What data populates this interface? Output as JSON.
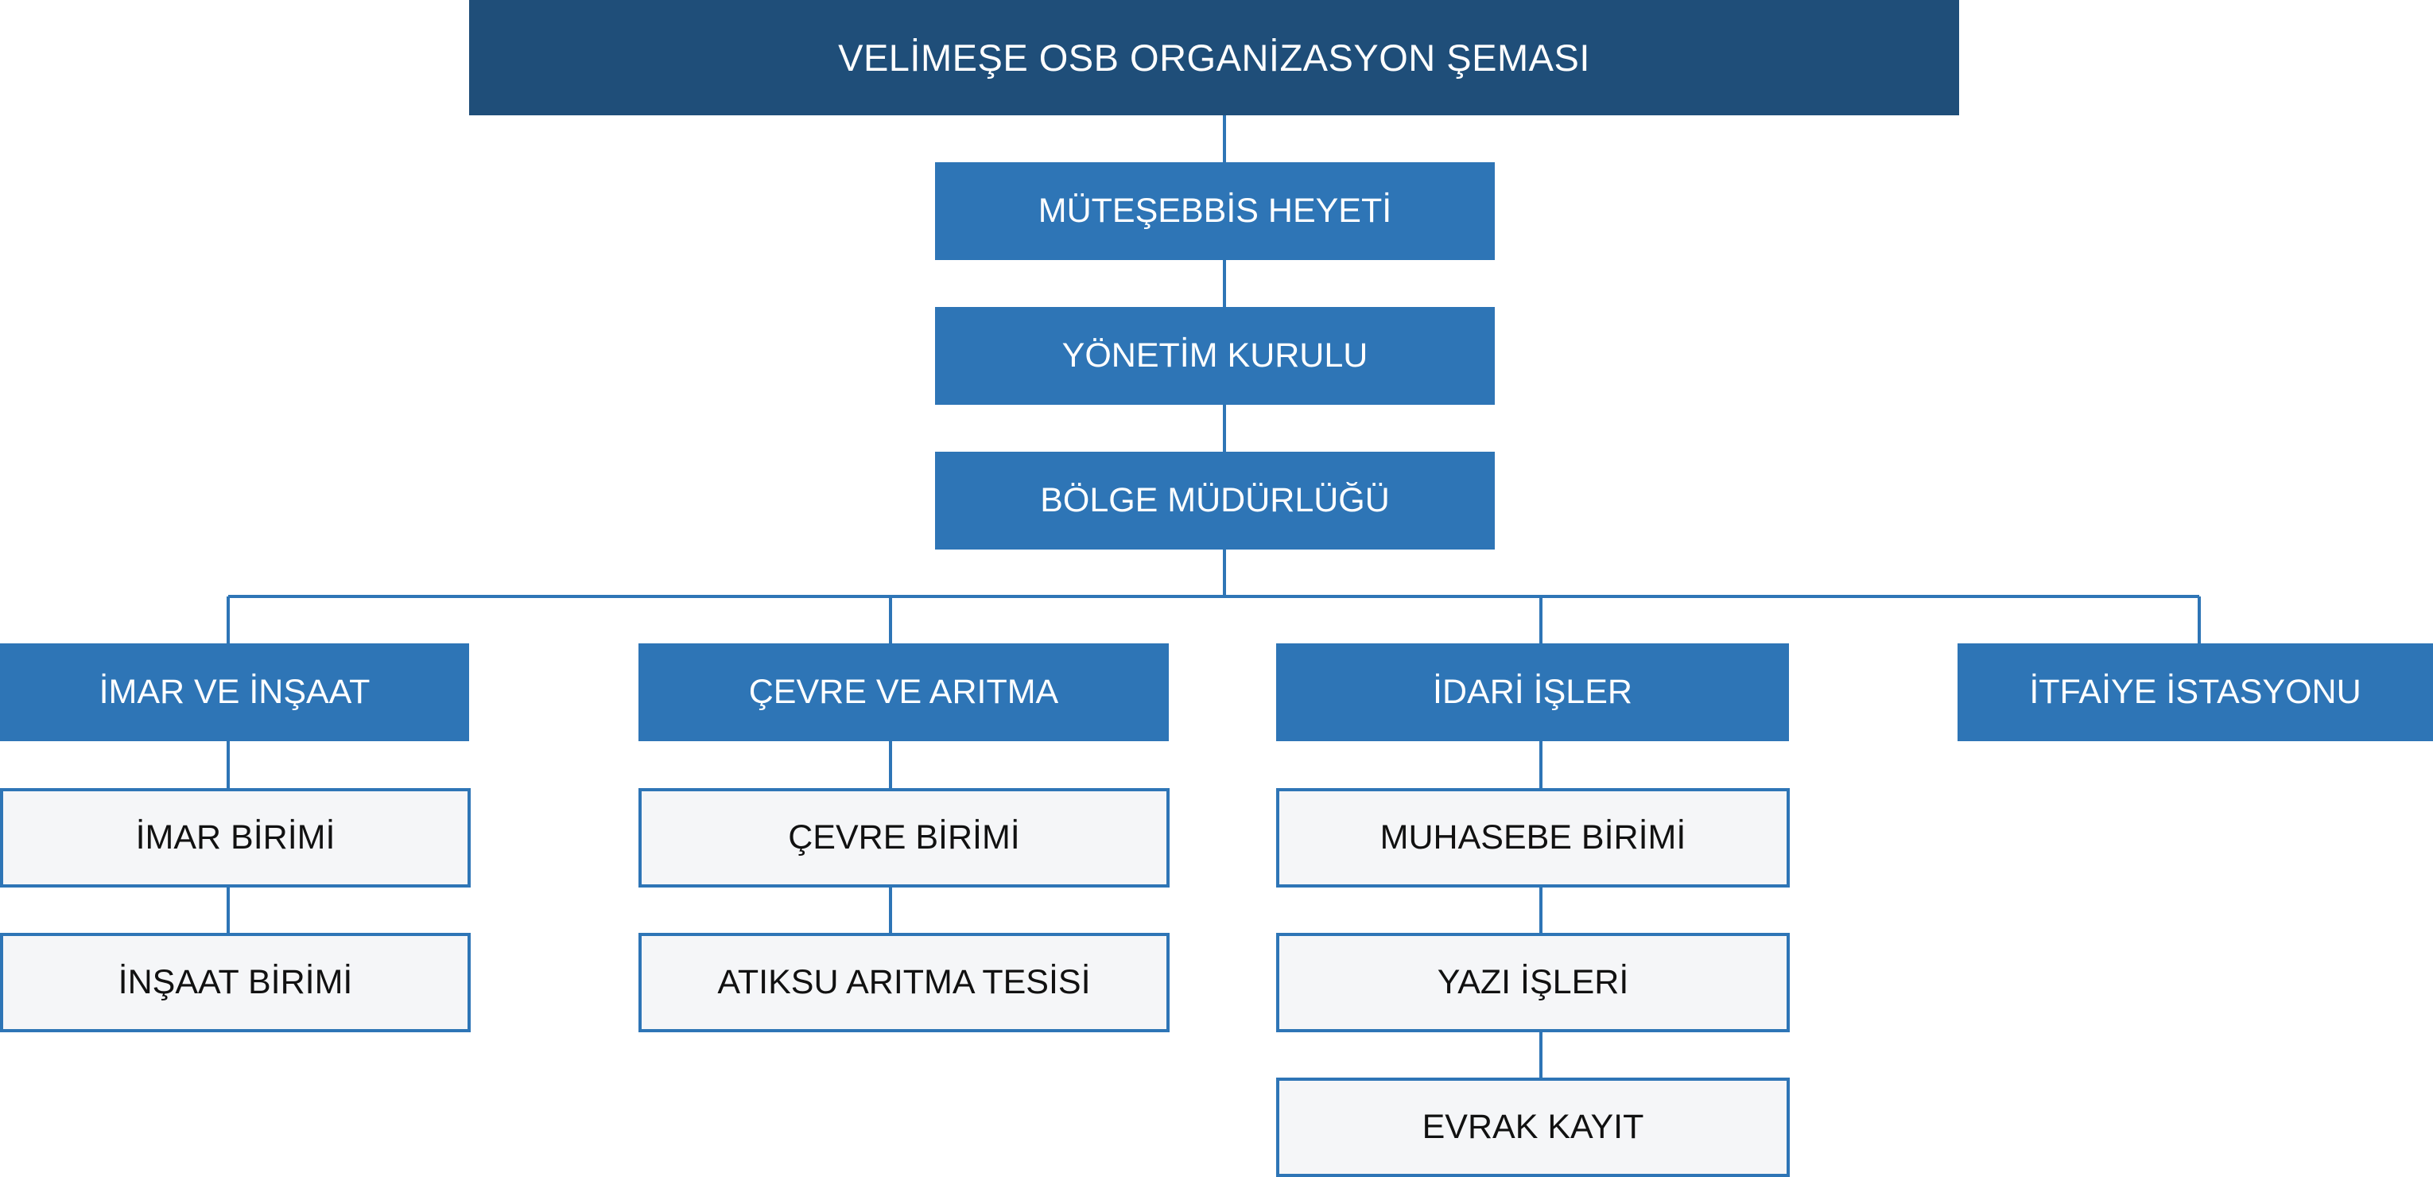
{
  "chart": {
    "title": "VELİMEŞE OSB ORGANİZASYON ŞEMASI",
    "hierarchy": [
      "MÜTEŞEBBİS HEYETİ",
      "YÖNETİM KURULU",
      "BÖLGE MÜDÜRLÜĞÜ"
    ],
    "departments": [
      {
        "name": "İMAR VE İNŞAAT",
        "units": [
          "İMAR BİRİMİ",
          "İNŞAAT BİRİMİ"
        ]
      },
      {
        "name": "ÇEVRE VE ARITMA",
        "units": [
          "ÇEVRE BİRİMİ",
          "ATIKSU ARITMA TESİSİ"
        ]
      },
      {
        "name": "İDARİ İŞLER",
        "units": [
          "MUHASEBE BİRİMİ",
          "YAZI İŞLERİ",
          "EVRAK KAYIT"
        ]
      },
      {
        "name": "İTFAİYE İSTASYONU",
        "units": []
      }
    ]
  },
  "colors": {
    "title_fill": "#1F4E79",
    "level_fill": "#2E75B6",
    "unit_fill": "#F5F6F8",
    "connector": "#2E75B6"
  }
}
